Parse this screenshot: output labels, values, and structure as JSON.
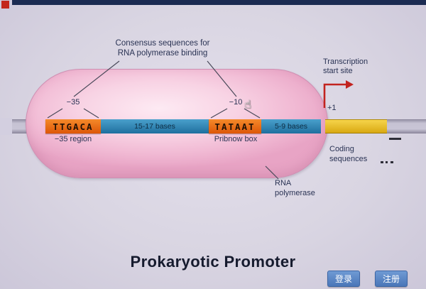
{
  "chrome": {
    "login_label": "登录",
    "register_label": "注册"
  },
  "diagram": {
    "title": "Prokaryotic Promoter",
    "consensus": {
      "line1": "Consensus sequences for",
      "line2": "RNA polymerase binding"
    },
    "minus35": {
      "tick": "−35",
      "sequence": "TTGACA",
      "region": "−35 region"
    },
    "spacer1": "15-17 bases",
    "minus10": {
      "tick": "−10",
      "sequence": "TATAAT",
      "region": "Pribnow box"
    },
    "spacer2": "5-9 bases",
    "transcription": {
      "line1": "Transcription",
      "line2": "start site",
      "plus_one": "+1"
    },
    "coding": {
      "line1": "Coding",
      "line2": "sequences"
    },
    "rna_polymerase": {
      "line1": "RNA",
      "line2": "polymerase"
    }
  },
  "icons": {
    "hand_cursor": "☝"
  },
  "colors": {
    "background": "#d9d5e2",
    "capsule_pink": "#f3c3da",
    "strand_gray": "#bdb9cc",
    "consensus_box_orange": "#e2570e",
    "spacer_blue": "#2f86ba",
    "coding_yellow": "#e9bb1d",
    "arrow_red": "#c2231f",
    "button_blue": "#5b87c5",
    "label_navy": "#2a3354"
  }
}
